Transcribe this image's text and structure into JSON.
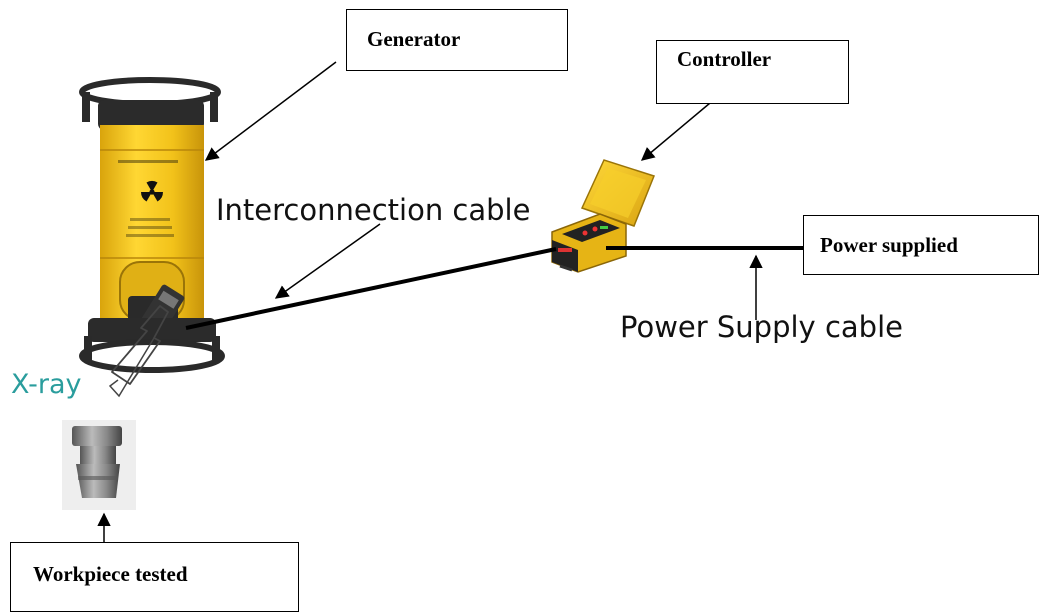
{
  "labels": {
    "generator": "Generator",
    "controller": "Controller",
    "power_supplied": "Power supplied",
    "workpiece": "Workpiece tested",
    "interconnection_cable": "Interconnection cable",
    "power_supply_cable": "Power Supply cable",
    "xray": "X-ray"
  },
  "colors": {
    "xray_text": "#2a9d9d",
    "generator_body": "#f2c21a",
    "controller_body": "#f0c419"
  }
}
